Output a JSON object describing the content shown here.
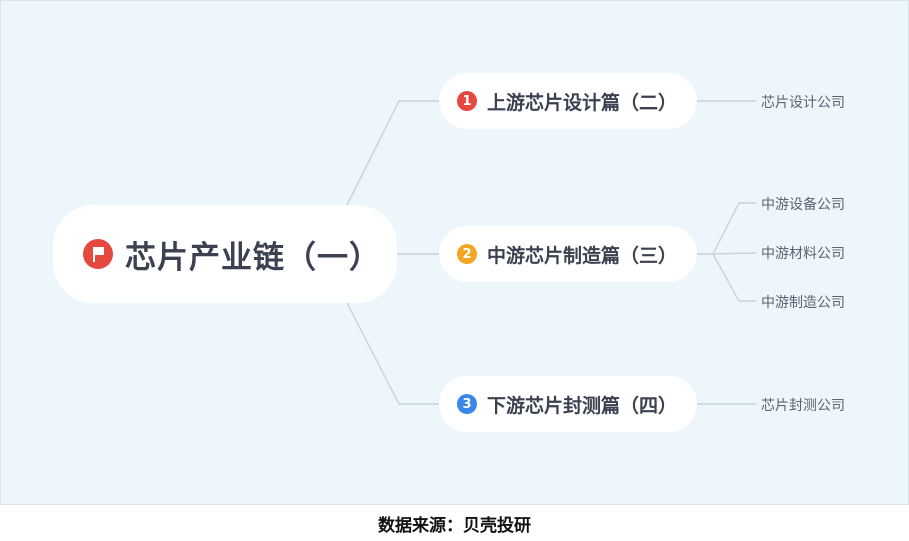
{
  "root": {
    "label": "芯片产业链（一）",
    "icon": "flag-icon",
    "icon_color": "#e5483e"
  },
  "branches": [
    {
      "num": "1",
      "label": "上游芯片设计篇（二）",
      "color": "#e5483e",
      "leaves": [
        "芯片设计公司"
      ]
    },
    {
      "num": "2",
      "label": "中游芯片制造篇（三）",
      "color": "#f2a623",
      "leaves": [
        "中游设备公司",
        "中游材料公司",
        "中游制造公司"
      ]
    },
    {
      "num": "3",
      "label": "下游芯片封测篇（四）",
      "color": "#3a86e8",
      "leaves": [
        "芯片封测公司"
      ]
    }
  ],
  "source": "数据来源：贝壳投研"
}
